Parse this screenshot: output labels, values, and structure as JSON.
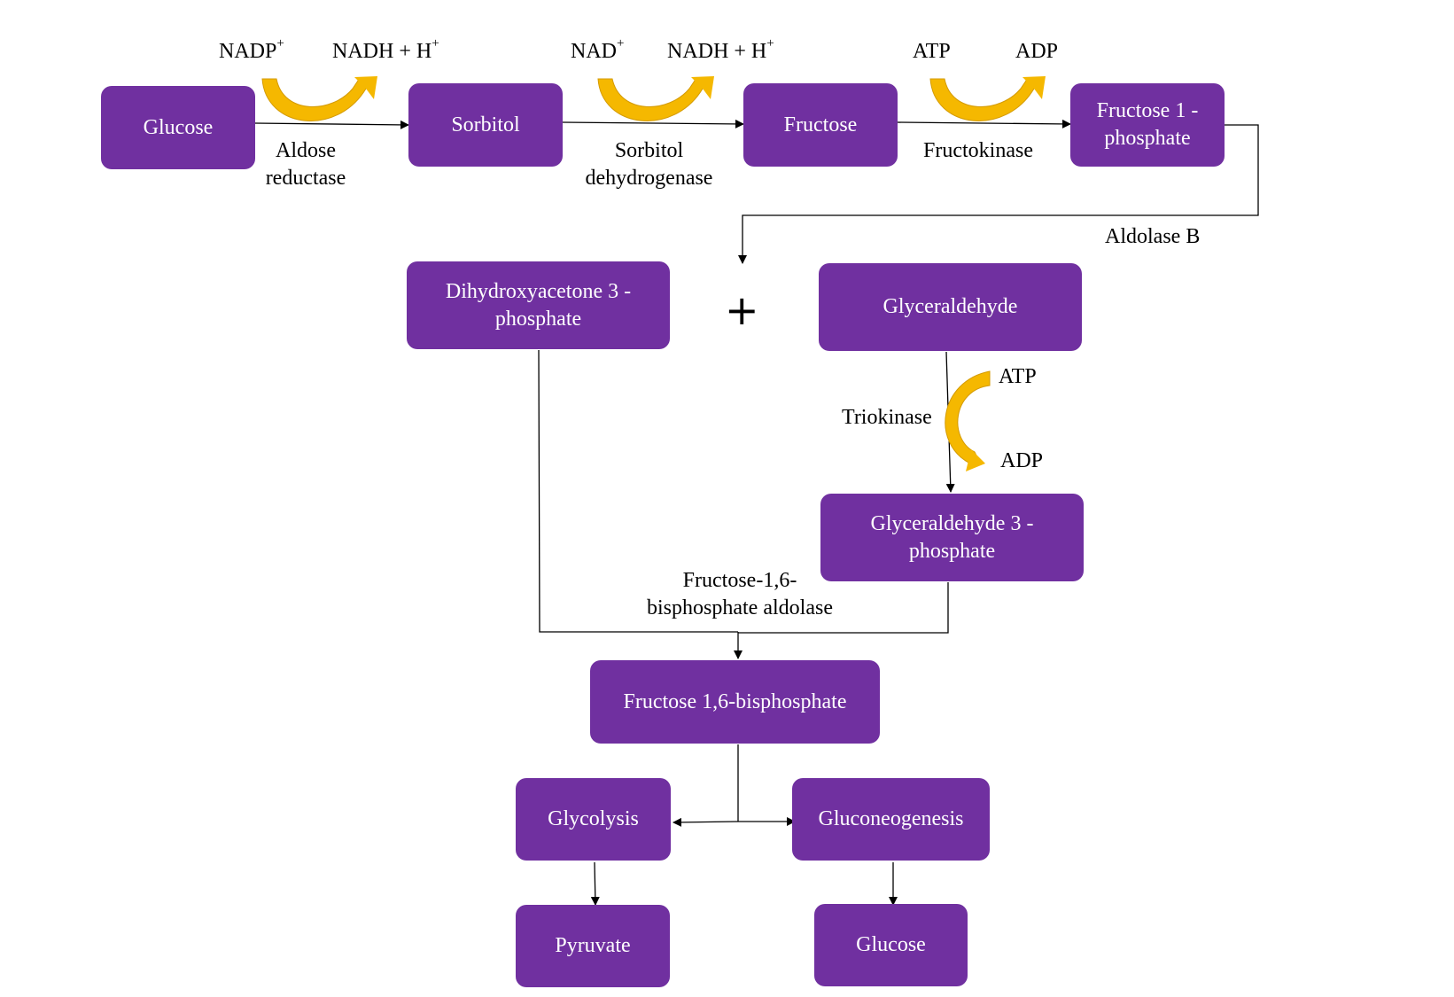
{
  "nodes": {
    "glucose_start": "Glucose",
    "sorbitol": "Sorbitol",
    "fructose": "Fructose",
    "fructose_1_phosphate": "Fructose 1 - phosphate",
    "dihydroxyacetone_3_phosphate": "Dihydroxyacetone 3 - phosphate",
    "glyceraldehyde": "Glyceraldehyde",
    "glyceraldehyde_3_phosphate": "Glyceraldehyde 3 - phosphate",
    "fructose_1_6_bisphosphate": "Fructose 1,6-bisphosphate",
    "glycolysis": "Glycolysis",
    "gluconeogenesis": "Gluconeogenesis",
    "pyruvate": "Pyruvate",
    "glucose_end": "Glucose"
  },
  "enzymes": {
    "aldose_reductase": "Aldose reductase",
    "sorbitol_dehydrogenase": "Sorbitol dehydrogenase",
    "fructokinase": "Fructokinase",
    "aldolase_b": "Aldolase B",
    "triokinase": "Triokinase",
    "fructose_bisphosphate_aldolase": "Fructose-1,6- bisphosphate aldolase"
  },
  "cofactors": {
    "step1_in": "NADP",
    "step1_in_sup": "+",
    "step1_out": "NADH + H",
    "step1_out_sup": "+",
    "step2_in": "NAD",
    "step2_in_sup": "+",
    "step2_out": "NADH + H",
    "step2_out_sup": "+",
    "step3_in": "ATP",
    "step3_out": "ADP",
    "triokinase_in": "ATP",
    "triokinase_out": "ADP"
  },
  "plus_sign": "+",
  "colors": {
    "box": "#7030a0",
    "box_text": "#ffffff",
    "cofactor_arrow": "#f5b800",
    "line": "#000000"
  }
}
